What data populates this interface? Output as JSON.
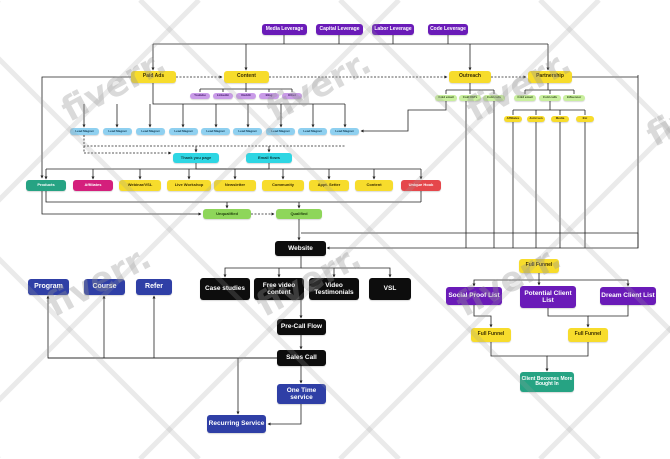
{
  "levers": [
    "Media Leverage",
    "Capital Leverage",
    "Labor Leverage",
    "Code Leverage"
  ],
  "acquisition": {
    "paid_ads": "Paid Ads",
    "content": "Content",
    "outreach": "Outreach",
    "partnership": "Partnership"
  },
  "content_channels": [
    "Youtube",
    "Linkedin",
    "Reddit",
    "Blog",
    "Other"
  ],
  "outreach_types": [
    "Cold email",
    "Cold DM's",
    "Cold calls"
  ],
  "partnership_types": [
    "Cold email",
    "Cold calls",
    "Influencer"
  ],
  "partnership_subs": [
    "Affiliates",
    "Joint ven",
    "Media",
    "Etc"
  ],
  "lead_magnets": [
    "Lead Magnet",
    "Lead Magnet",
    "Lead Magnet",
    "Lead Magnet",
    "Lead Magnet",
    "Lead Magnet",
    "Lead Magnet",
    "Lead Magnet",
    "Lead Magnet"
  ],
  "conversion_mechanisms": [
    "Thank you page",
    "Email flows"
  ],
  "offers": [
    "Products",
    "Affiliates",
    "Webinar/VSL",
    "Live Workshop",
    "Newsletter",
    "Community",
    "Appt. Setter",
    "Content",
    "Unique Hook"
  ],
  "qualification": {
    "unqualified": "Unqualified",
    "qualified": "Qualified"
  },
  "website": "Website",
  "proof_assets": [
    "Case studies",
    "Free video content",
    "Video Testimonials",
    "VSL"
  ],
  "funnel_steps": {
    "pre_call": "Pre-Call Flow",
    "sales_call": "Sales Call",
    "one_time": "One Time service",
    "recurring": "Recurring Service"
  },
  "low_ticket": [
    "Program",
    "Course",
    "Refer"
  ],
  "right_funnel": {
    "top": "Full Funnel",
    "lists": [
      "Social Proof List",
      "Potential Client List",
      "Dream Client List"
    ],
    "sub": [
      "Full Funnel",
      "Full Funnel"
    ],
    "outcome": "Client Becomes More Bought In"
  },
  "watermark": "fiverr.",
  "colors": {
    "purple": "#6a1bb8",
    "yellow": "#f7dc2c",
    "light_blue": "#8fd0f0",
    "cyan": "#2ed6e3",
    "teal": "#26a383",
    "magenta": "#d41f7c",
    "red": "#e5474b",
    "green": "#8ed65a",
    "black": "#0d0d0d",
    "navy": "#2f3fa6"
  }
}
